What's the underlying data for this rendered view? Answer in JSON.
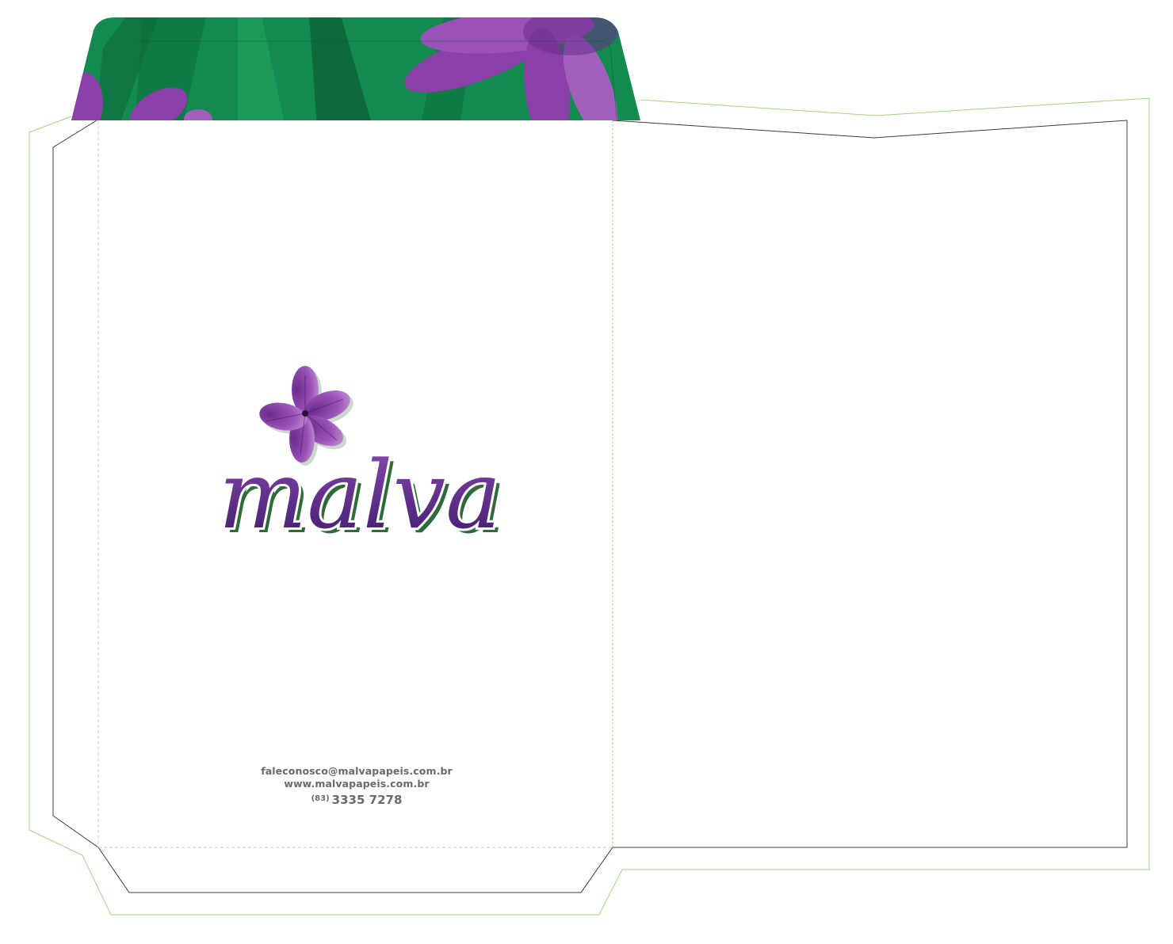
{
  "brand": {
    "wordmark": "malva",
    "colors": {
      "flap_green": "#138a4e",
      "flap_green_dark": "#0d6b3b",
      "petal_purple": "#8b3fa8",
      "petal_light": "#b47cc8",
      "wordmark_purple": "#5a2a82",
      "wordmark_shadow": "#2e6a3a",
      "contact_gray": "#6a6a6a",
      "bleed_line": "#9fd27f",
      "cut_line": "#3a3a3a",
      "fold_line": "#c8c8c8"
    }
  },
  "contact": {
    "email": "faleconosco@malvapapeis.com.br",
    "website": "www.malvapapeis.com.br",
    "phone_area": "(83)",
    "phone_number": "3335 7278"
  }
}
